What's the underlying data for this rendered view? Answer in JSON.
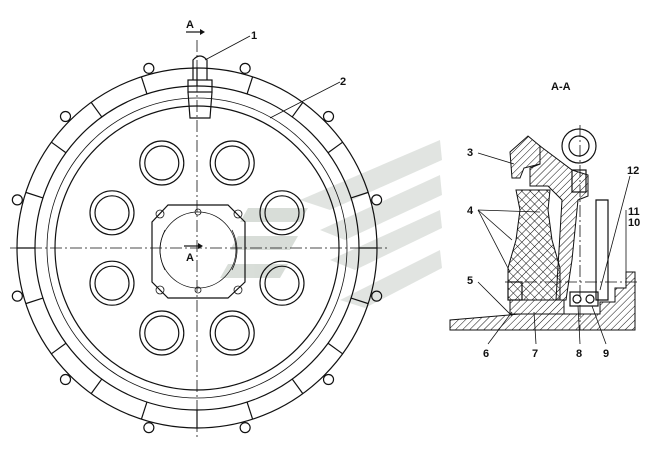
{
  "section_title": "A-A",
  "section_marker": "A",
  "callouts": {
    "c1": "1",
    "c2": "2",
    "c3": "3",
    "c4": "4",
    "c5": "5",
    "c6": "6",
    "c7": "7",
    "c8": "8",
    "c9": "9",
    "c10": "10",
    "c11": "11",
    "c12": "12"
  },
  "colors": {
    "line": "#111111",
    "watermark": "#c9cfc9",
    "background": "#ffffff"
  }
}
